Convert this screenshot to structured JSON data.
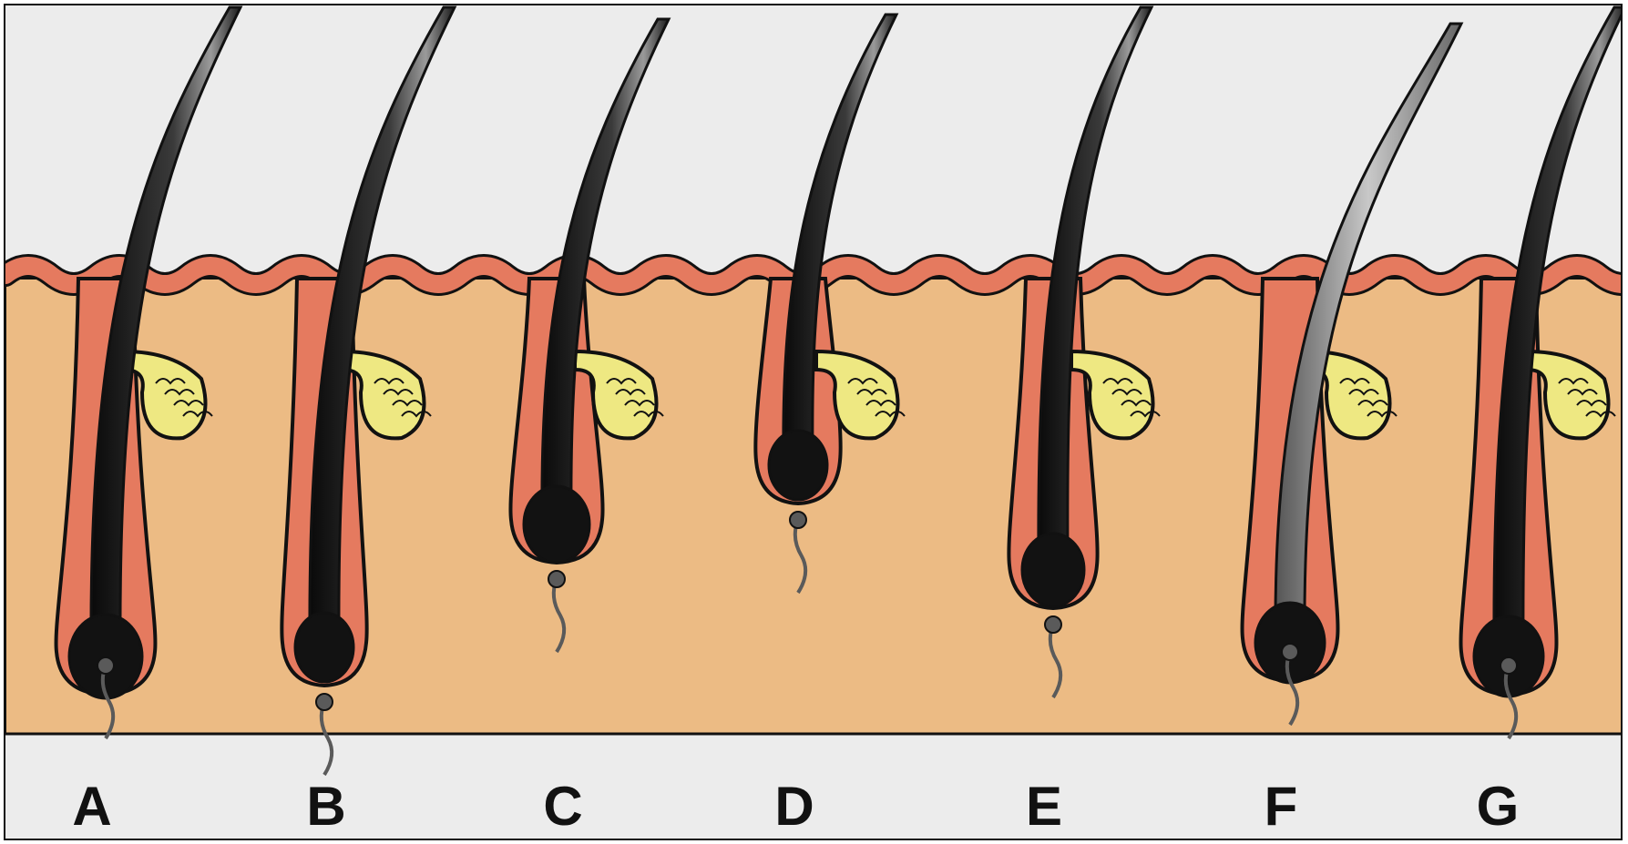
{
  "labels": [
    "A",
    "B",
    "C",
    "D",
    "E",
    "F",
    "G"
  ],
  "colors": {
    "background": "#ececec",
    "dermis": "#ecbb84",
    "epidermis": "#e57a5f",
    "outline": "#111111",
    "hair": "#121212",
    "sebaceous_gland": "#eee882",
    "papilla": "#5a5a5a"
  }
}
